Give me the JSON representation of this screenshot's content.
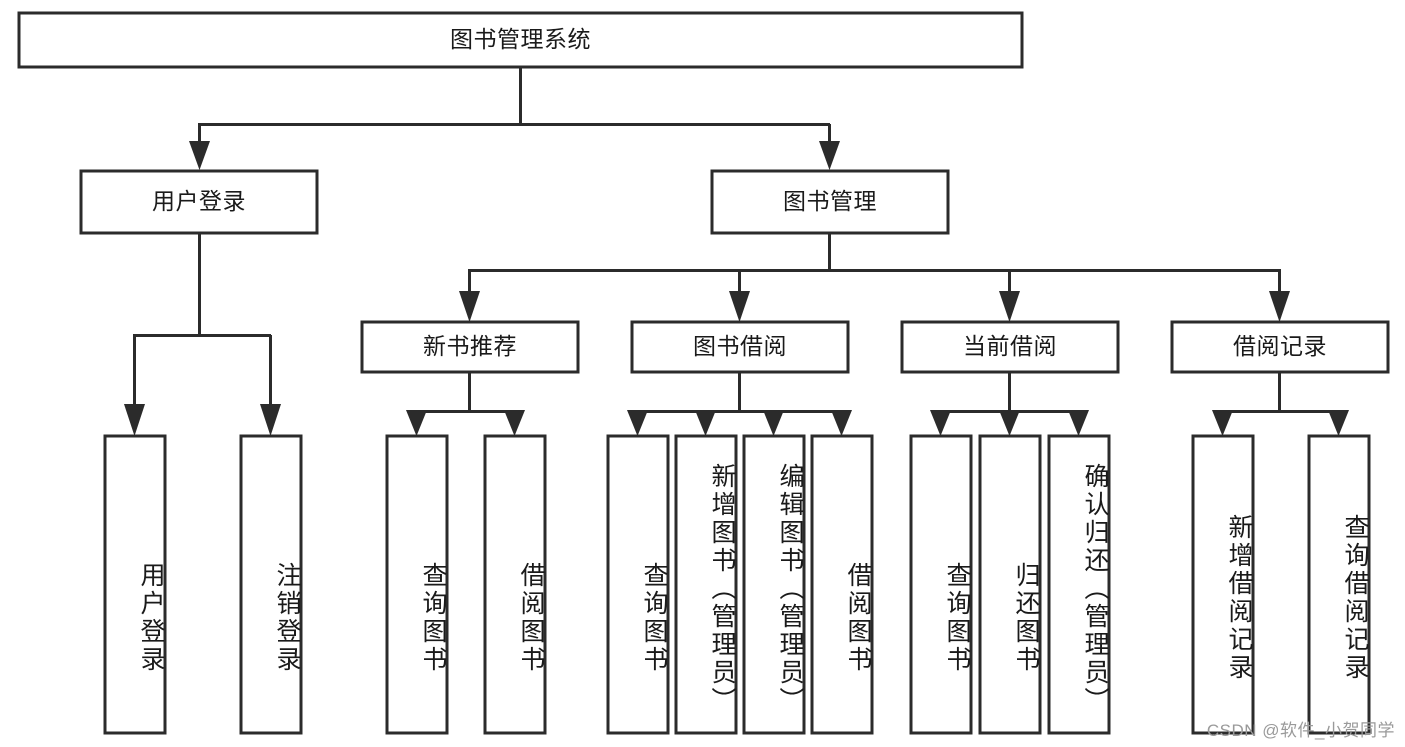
{
  "diagram": {
    "type": "tree-hierarchy-diagram",
    "title": "图书管理系统",
    "orientation": "top-down",
    "colors": {
      "box_fill": "#ffffff",
      "box_stroke": "#2b2b2b",
      "text": "#1a1a1a",
      "background": "#ffffff",
      "watermark": "#9a9a9a"
    },
    "levels": [
      {
        "level": 1,
        "nodes": [
          {
            "id": "root",
            "label": "图书管理系统",
            "orientation": "horizontal"
          }
        ]
      },
      {
        "level": 2,
        "nodes": [
          {
            "id": "user-login",
            "label": "用户登录",
            "orientation": "horizontal",
            "parent": "root"
          },
          {
            "id": "book-manage",
            "label": "图书管理",
            "orientation": "horizontal",
            "parent": "root"
          }
        ]
      },
      {
        "level": 3,
        "nodes": [
          {
            "id": "new-book-rec",
            "label": "新书推荐",
            "orientation": "horizontal",
            "parent": "book-manage"
          },
          {
            "id": "book-borrow",
            "label": "图书借阅",
            "orientation": "horizontal",
            "parent": "book-manage"
          },
          {
            "id": "current-borrow",
            "label": "当前借阅",
            "orientation": "horizontal",
            "parent": "book-manage"
          },
          {
            "id": "borrow-record",
            "label": "借阅记录",
            "orientation": "horizontal",
            "parent": "book-manage"
          }
        ]
      },
      {
        "level": 4,
        "nodes": [
          {
            "id": "leaf-user-login",
            "label": "用户登录",
            "orientation": "vertical",
            "parent": "user-login"
          },
          {
            "id": "leaf-logout",
            "label": "注销登录",
            "orientation": "vertical",
            "parent": "user-login"
          },
          {
            "id": "leaf-query-book-1",
            "label": "查询图书",
            "orientation": "vertical",
            "parent": "new-book-rec"
          },
          {
            "id": "leaf-borrow-book-1",
            "label": "借阅图书",
            "orientation": "vertical",
            "parent": "new-book-rec"
          },
          {
            "id": "leaf-query-book-2",
            "label": "查询图书",
            "orientation": "vertical",
            "parent": "book-borrow"
          },
          {
            "id": "leaf-add-book",
            "label": "新增图书（管理员）",
            "orientation": "vertical",
            "parent": "book-borrow"
          },
          {
            "id": "leaf-edit-book",
            "label": "编辑图书（管理员）",
            "orientation": "vertical",
            "parent": "book-borrow"
          },
          {
            "id": "leaf-borrow-book-2",
            "label": "借阅图书",
            "orientation": "vertical",
            "parent": "book-borrow"
          },
          {
            "id": "leaf-query-book-3",
            "label": "查询图书",
            "orientation": "vertical",
            "parent": "current-borrow"
          },
          {
            "id": "leaf-return-book",
            "label": "归还图书",
            "orientation": "vertical",
            "parent": "current-borrow"
          },
          {
            "id": "leaf-confirm-return",
            "label": "确认归还（管理员）",
            "orientation": "vertical",
            "parent": "current-borrow"
          },
          {
            "id": "leaf-add-record",
            "label": "新增借阅记录",
            "orientation": "vertical",
            "parent": "borrow-record"
          },
          {
            "id": "leaf-query-record",
            "label": "查询借阅记录",
            "orientation": "vertical",
            "parent": "borrow-record"
          }
        ]
      }
    ]
  },
  "watermark": {
    "text": "CSDN @软件_小贺同学"
  }
}
